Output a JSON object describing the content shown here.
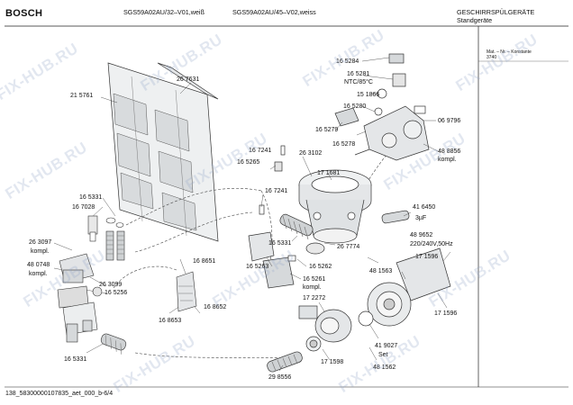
{
  "header": {
    "brand": "BOSCH",
    "model_1": "SGS59A02AU/32–V01,weiß",
    "model_2": "SGS59A02AU/45–V02,weiss",
    "category": "GESCHIRRSPÜLGERÄTE",
    "subcategory": "Standgeräte"
  },
  "side_info": {
    "line1": "Mat. – Nr. – Konstante",
    "line2": "3740"
  },
  "footer": "138_58300000107835_aet_000_b-6/4",
  "watermark": "FIX-HUB.RU",
  "parts": [
    {
      "id": "p-267631",
      "text": "26 7631"
    },
    {
      "id": "p-215761",
      "text": "21 5761"
    },
    {
      "id": "p-165331a",
      "text": "16 5331"
    },
    {
      "id": "p-167028",
      "text": "16 7028"
    },
    {
      "id": "p-263097",
      "text": "26 3097"
    },
    {
      "id": "p-kompl-a",
      "text": "kompl."
    },
    {
      "id": "p-480748",
      "text": "48 0748"
    },
    {
      "id": "p-kompl-b",
      "text": "kompl."
    },
    {
      "id": "p-263099",
      "text": "26 3099"
    },
    {
      "id": "p-165256",
      "text": "16 5256"
    },
    {
      "id": "p-165331b",
      "text": "16 5331"
    },
    {
      "id": "p-168651",
      "text": "16 8651"
    },
    {
      "id": "p-168653",
      "text": "16 8653"
    },
    {
      "id": "p-168652",
      "text": "16 8652"
    },
    {
      "id": "p-165284",
      "text": "16 5284"
    },
    {
      "id": "p-165281",
      "text": "16 5281"
    },
    {
      "id": "p-ntc",
      "text": "NTC/85°C"
    },
    {
      "id": "p-151866",
      "text": "15 1866"
    },
    {
      "id": "p-165280",
      "text": "16 5280"
    },
    {
      "id": "p-165279",
      "text": "16 5279"
    },
    {
      "id": "p-165278",
      "text": "16 5278"
    },
    {
      "id": "p-069796",
      "text": "06 9796"
    },
    {
      "id": "p-488856",
      "text": "48 8856"
    },
    {
      "id": "p-kompl-c",
      "text": "kompl."
    },
    {
      "id": "p-167241a",
      "text": "16 7241"
    },
    {
      "id": "p-165265",
      "text": "16 5265"
    },
    {
      "id": "p-263102",
      "text": "26 3102"
    },
    {
      "id": "p-171681",
      "text": "17 1681"
    },
    {
      "id": "p-167241b",
      "text": "16 7241"
    },
    {
      "id": "p-165331c",
      "text": "16 5331"
    },
    {
      "id": "p-267774",
      "text": "26 7774"
    },
    {
      "id": "p-165263",
      "text": "16 5263"
    },
    {
      "id": "p-165262",
      "text": "16 5262"
    },
    {
      "id": "p-165261",
      "text": "16 5261"
    },
    {
      "id": "p-kompl-d",
      "text": "kompl."
    },
    {
      "id": "p-416450",
      "text": "41 6450"
    },
    {
      "id": "p-3uf",
      "text": "3µF"
    },
    {
      "id": "p-489652",
      "text": "48 9652"
    },
    {
      "id": "p-220v",
      "text": "220/240V,50Hz"
    },
    {
      "id": "p-171596a",
      "text": "17 1596"
    },
    {
      "id": "p-481563",
      "text": "48 1563"
    },
    {
      "id": "p-172272",
      "text": "17 2272"
    },
    {
      "id": "p-171596b",
      "text": "17 1596"
    },
    {
      "id": "p-419027",
      "text": "41 9027"
    },
    {
      "id": "p-set",
      "text": "Set"
    },
    {
      "id": "p-171598",
      "text": "17 1598"
    },
    {
      "id": "p-481562",
      "text": "48 1562"
    },
    {
      "id": "p-298556",
      "text": "29 8556"
    }
  ]
}
